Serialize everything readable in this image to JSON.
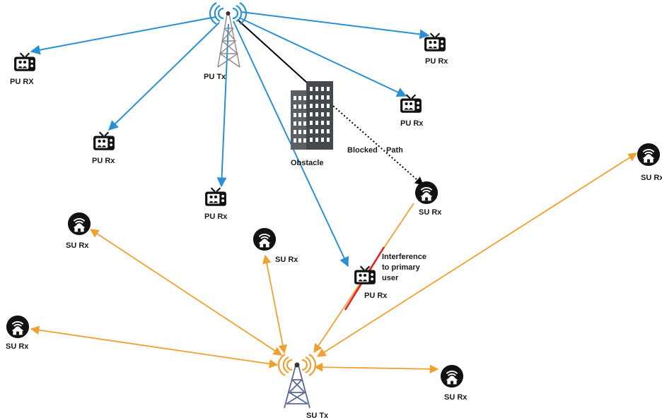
{
  "diagram": {
    "nodes": {
      "pu_tx": "PU Tx",
      "su_tx": "SU Tx",
      "pu_rx_topleft": "PU RX",
      "pu_rx_2": "PU Rx",
      "pu_rx_3": "PU Rx",
      "pu_rx_4": "PU Rx",
      "pu_rx_5": "PU Rx",
      "pu_rx_6": "PU Rx",
      "su_rx_1": "SU Rx",
      "su_rx_2": "SU Rx",
      "su_rx_3": "SU Rx",
      "su_rx_4": "SU Rx",
      "su_rx_5": "SU Rx",
      "su_rx_6": "SU Rx",
      "obstacle": "Obstacle"
    },
    "annotations": {
      "blocked": "Blocked",
      "path": "Path",
      "interference_1": "Interference",
      "interference_2": "to primary",
      "interference_3": "user"
    },
    "colors": {
      "primary_link": "#2b8fd6",
      "secondary_link": "#f0a030",
      "interference": "#e02020",
      "blocked": "#000000",
      "icon": "#111111"
    }
  }
}
